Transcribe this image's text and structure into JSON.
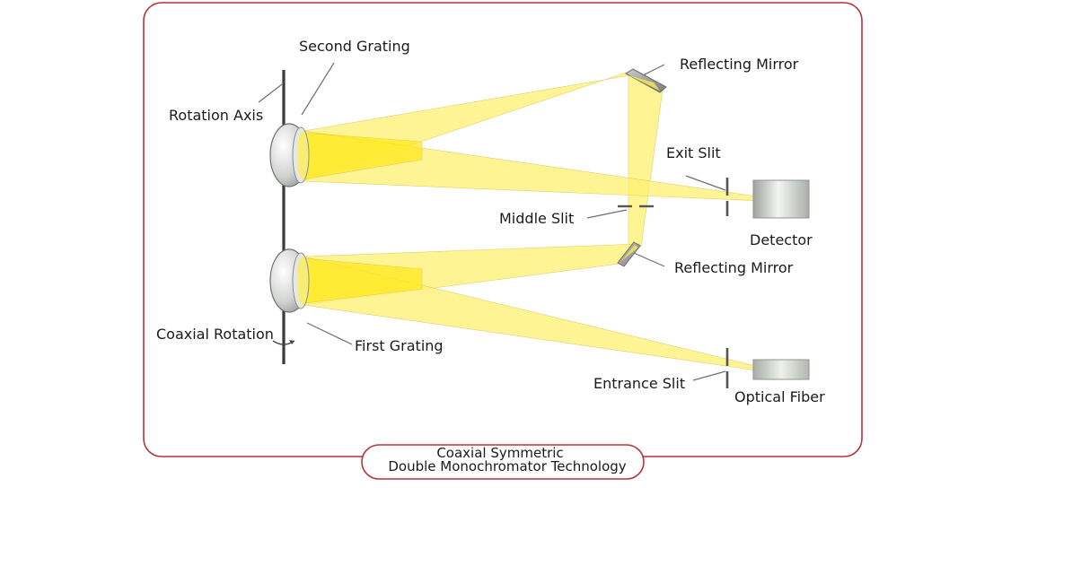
{
  "labels": {
    "second_grating": "Second Grating",
    "rotation_axis": "Rotation Axis",
    "reflecting_mirror_top": "Reflecting Mirror",
    "exit_slit": "Exit Slit",
    "detector": "Detector",
    "middle_slit": "Middle Slit",
    "reflecting_mirror_bottom": "Reflecting Mirror",
    "coaxial_rotation": "Coaxial Rotation",
    "first_grating": "First Grating",
    "entrance_slit": "Entrance Slit",
    "optical_fiber": "Optical Fiber"
  },
  "caption": {
    "line1": "Coaxial Symmetric",
    "line2": "Double Monochromator Technology"
  },
  "colors": {
    "frame": "#b8323c",
    "beam": "#fff275",
    "beam_core": "#ffe81a",
    "axis": "#3a3a3a"
  }
}
